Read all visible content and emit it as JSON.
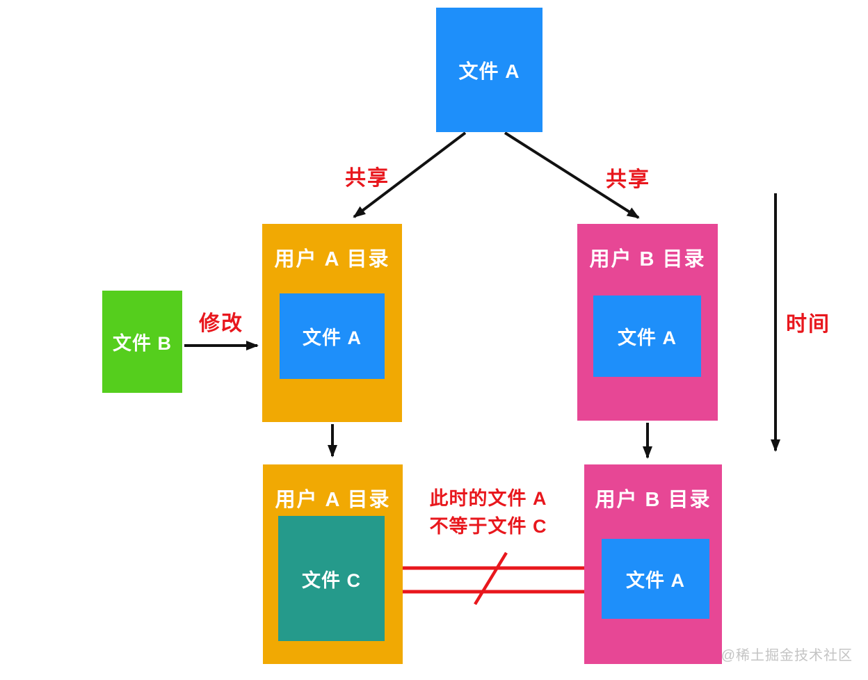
{
  "diagram": {
    "nodes": {
      "file_a_top": {
        "label": "文件 A"
      },
      "file_b": {
        "label": "文件 B"
      },
      "dir_a_mid": {
        "title": "用户 A 目录",
        "file_label": "文件 A"
      },
      "dir_b_mid": {
        "title": "用户 B 目录",
        "file_label": "文件 A"
      },
      "dir_a_bottom": {
        "title": "用户 A 目录",
        "file_label": "文件 C"
      },
      "dir_b_bottom": {
        "title": "用户 B 目录",
        "file_label": "文件 A"
      }
    },
    "labels": {
      "share_left": "共享",
      "share_right": "共享",
      "modify": "修改",
      "time": "时间",
      "note_line1": "此时的文件 A",
      "note_line2": "不等于文件 C"
    },
    "watermark": "@稀土掘金技术社区",
    "colors": {
      "file_blue": "#1e8ffa",
      "file_green": "#55ce1d",
      "file_teal": "#259a8b",
      "dir_orange": "#f1a903",
      "dir_pink": "#e74795",
      "annotation_red": "#e8171d",
      "arrow_black": "#111111",
      "watermark_gray": "#c4c4c4"
    }
  }
}
